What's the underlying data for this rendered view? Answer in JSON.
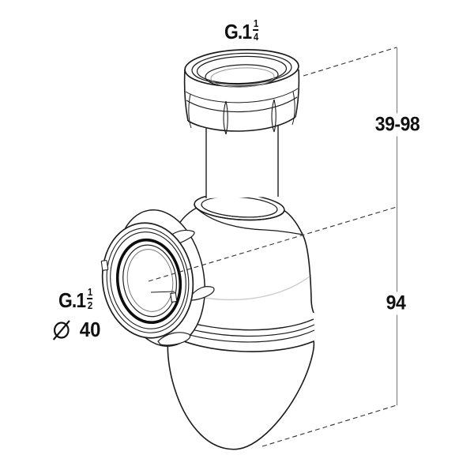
{
  "drawing": {
    "title": "bottle trap siphon technical drawing",
    "background_color": "#ffffff",
    "line_color": "#1c1c1c",
    "thin_line_color": "#666666",
    "highlight_line_color": "#c9c9c9"
  },
  "labels": {
    "top_thread": {
      "prefix": "G.1",
      "frac_num": "1",
      "frac_den": "4"
    },
    "side_thread": {
      "prefix": "G.1",
      "frac_num": "1",
      "frac_den": "2"
    },
    "outlet_diameter": {
      "symbol": "diameter-sign",
      "value": "40"
    },
    "dim_top": "39-98",
    "dim_bottom": "94"
  }
}
